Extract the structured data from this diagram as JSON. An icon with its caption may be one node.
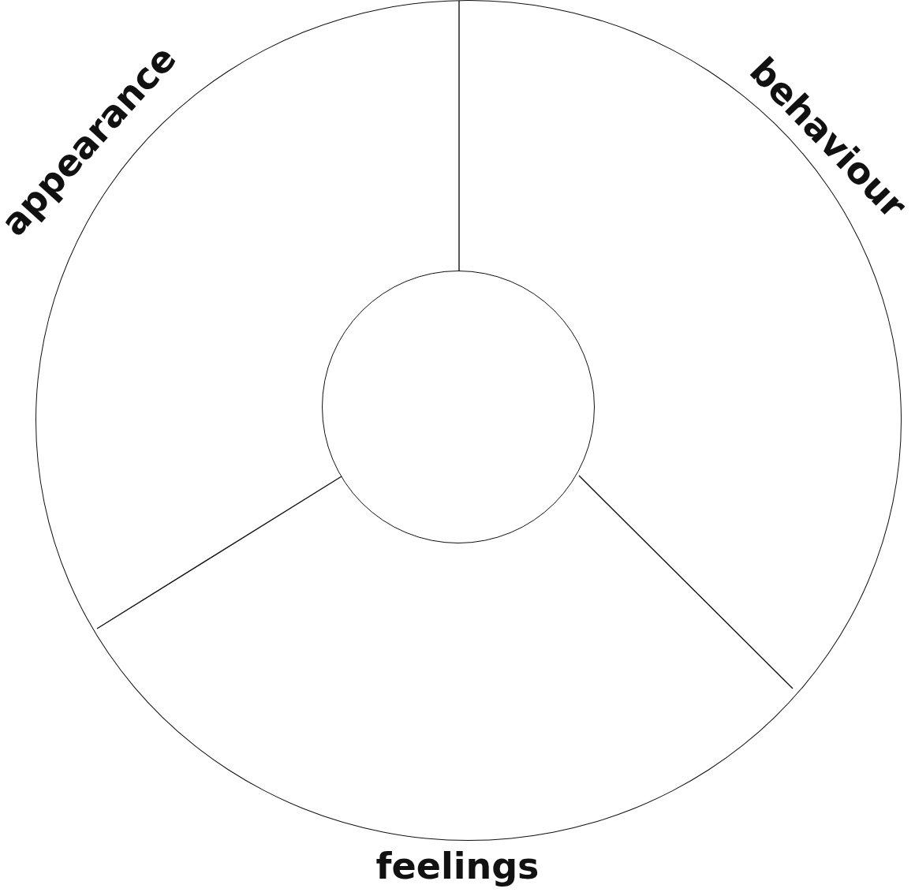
{
  "diagram": {
    "nodes": [
      {
        "text": [],
        "shape": "circle"
      },
      {
        "text": [],
        "shape": "circle",
        "in": 0
      }
    ],
    "labels": [
      "appearance",
      "behaviour",
      "feelings"
    ]
  }
}
